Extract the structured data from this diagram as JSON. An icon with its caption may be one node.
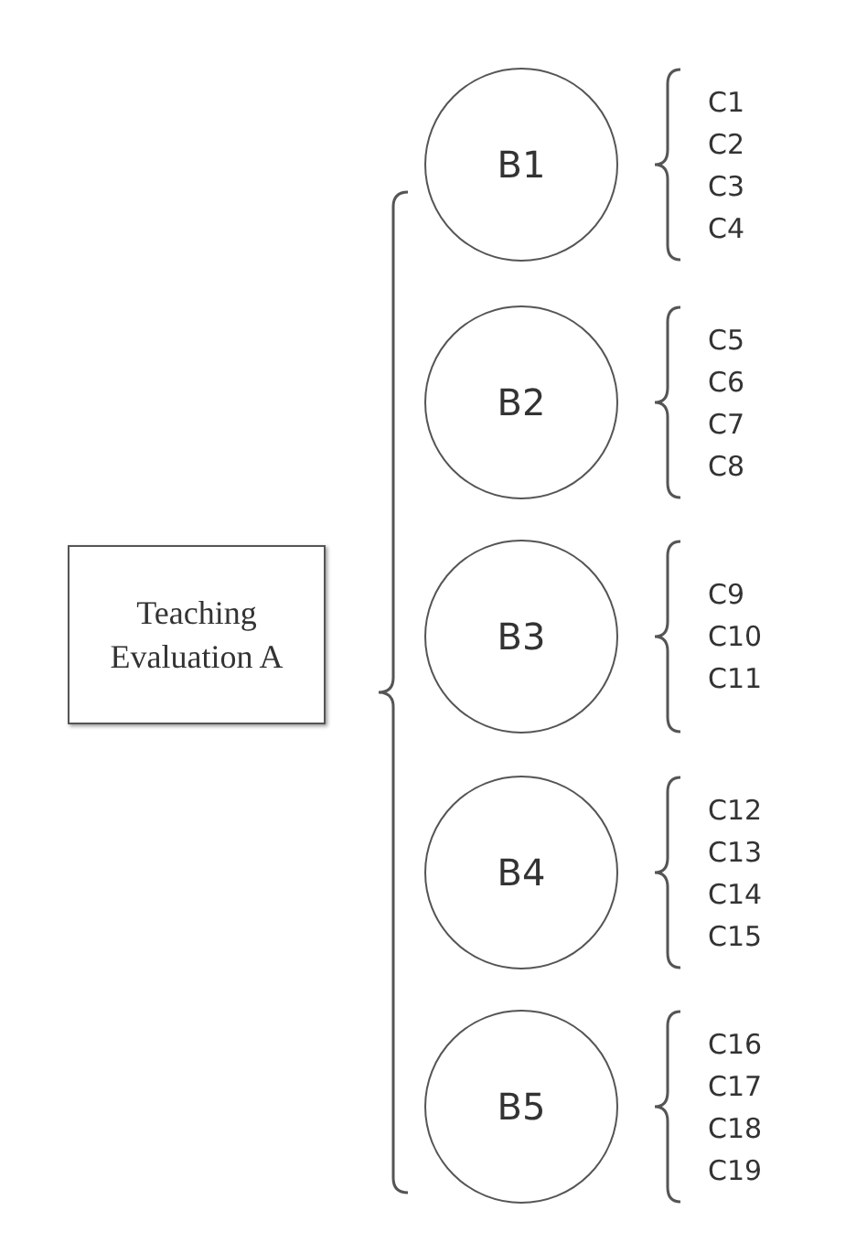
{
  "diagram": {
    "nodes": [
      {
        "text": [
          "Teaching Evaluation A"
        ]
      },
      {
        "text": [
          "B1"
        ]
      },
      {
        "text": [
          "B2"
        ]
      },
      {
        "text": [
          "B3"
        ]
      },
      {
        "text": [
          "B4"
        ]
      },
      {
        "text": [
          "B5"
        ]
      }
    ],
    "labels": [
      "C1",
      "C2",
      "C3",
      "C4",
      "C5",
      "C6",
      "C7",
      "C8",
      "C9",
      "C10",
      "C11",
      "C12",
      "C13",
      "C14",
      "C15",
      "C16",
      "C17",
      "C18",
      "C19"
    ]
  }
}
